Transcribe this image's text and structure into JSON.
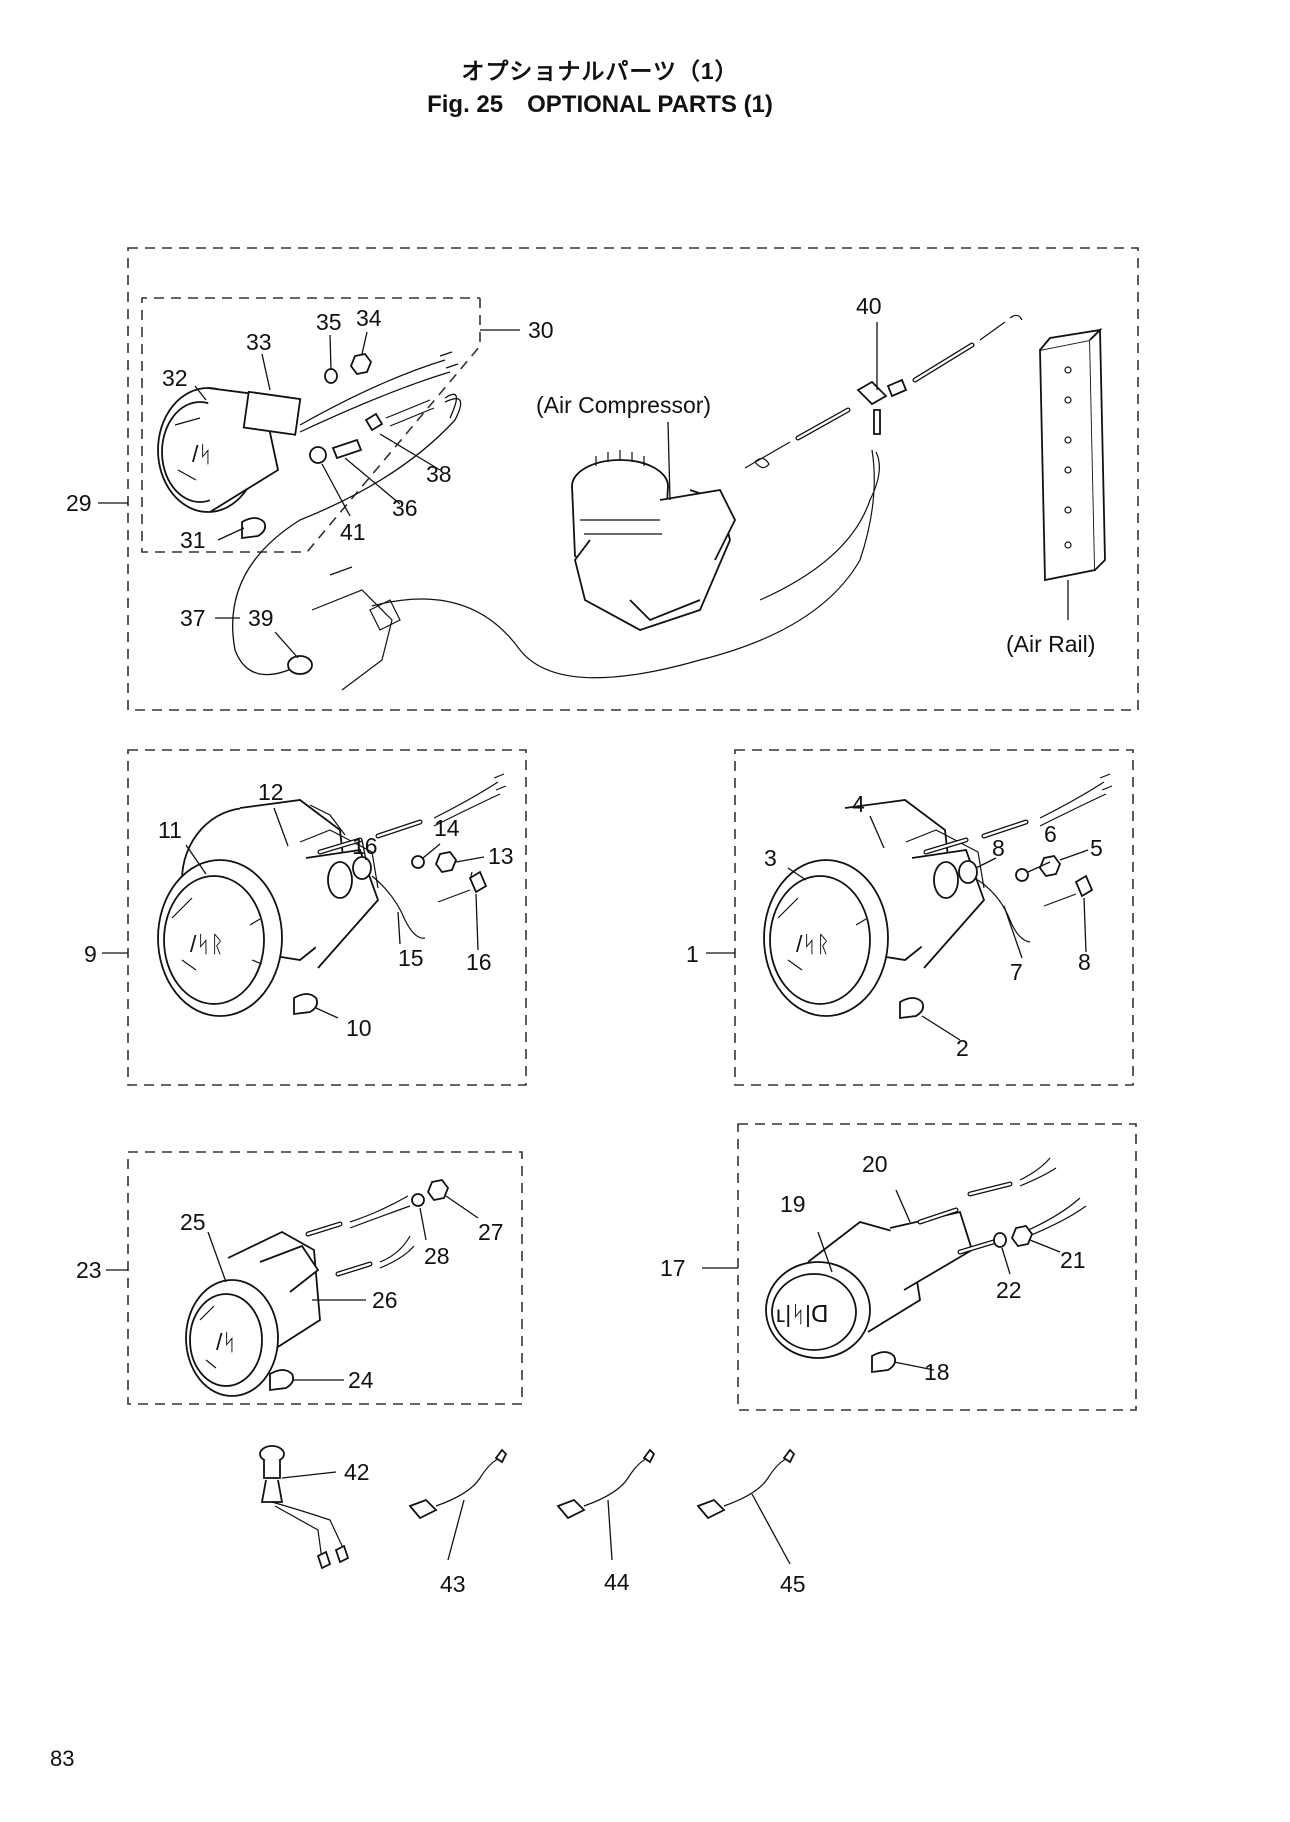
{
  "header": {
    "title_jp": "オプショナルパーツ（1）",
    "title_en": "Fig. 25　OPTIONAL PARTS (1)"
  },
  "page_number": "83",
  "captions": {
    "air_compressor": "(Air Compressor)",
    "air_rail": "(Air Rail)"
  },
  "callouts": {
    "n1": "1",
    "n2": "2",
    "n3": "3",
    "n4": "4",
    "n5": "5",
    "n6": "6",
    "n7": "7",
    "n8a": "8",
    "n8b": "8",
    "n9": "9",
    "n10": "10",
    "n11": "11",
    "n12": "12",
    "n13": "13",
    "n14": "14",
    "n15": "15",
    "n16a": "16",
    "n16b": "16",
    "n17": "17",
    "n18": "18",
    "n19": "19",
    "n20": "20",
    "n21": "21",
    "n22": "22",
    "n23": "23",
    "n24": "24",
    "n25": "25",
    "n26": "26",
    "n27": "27",
    "n28": "28",
    "n29": "29",
    "n30": "30",
    "n31": "31",
    "n32": "32",
    "n33": "33",
    "n34": "34",
    "n35": "35",
    "n36": "36",
    "n37": "37",
    "n38": "38",
    "n39": "39",
    "n40": "40",
    "n41": "41",
    "n42": "42",
    "n43": "43",
    "n44": "44",
    "n45": "45"
  },
  "gauge_faces": {
    "g9": "/ᛋᚱ",
    "g1": "/ᛋᚱ",
    "g17": "ʟ|ᛋ|ᗡ"
  }
}
